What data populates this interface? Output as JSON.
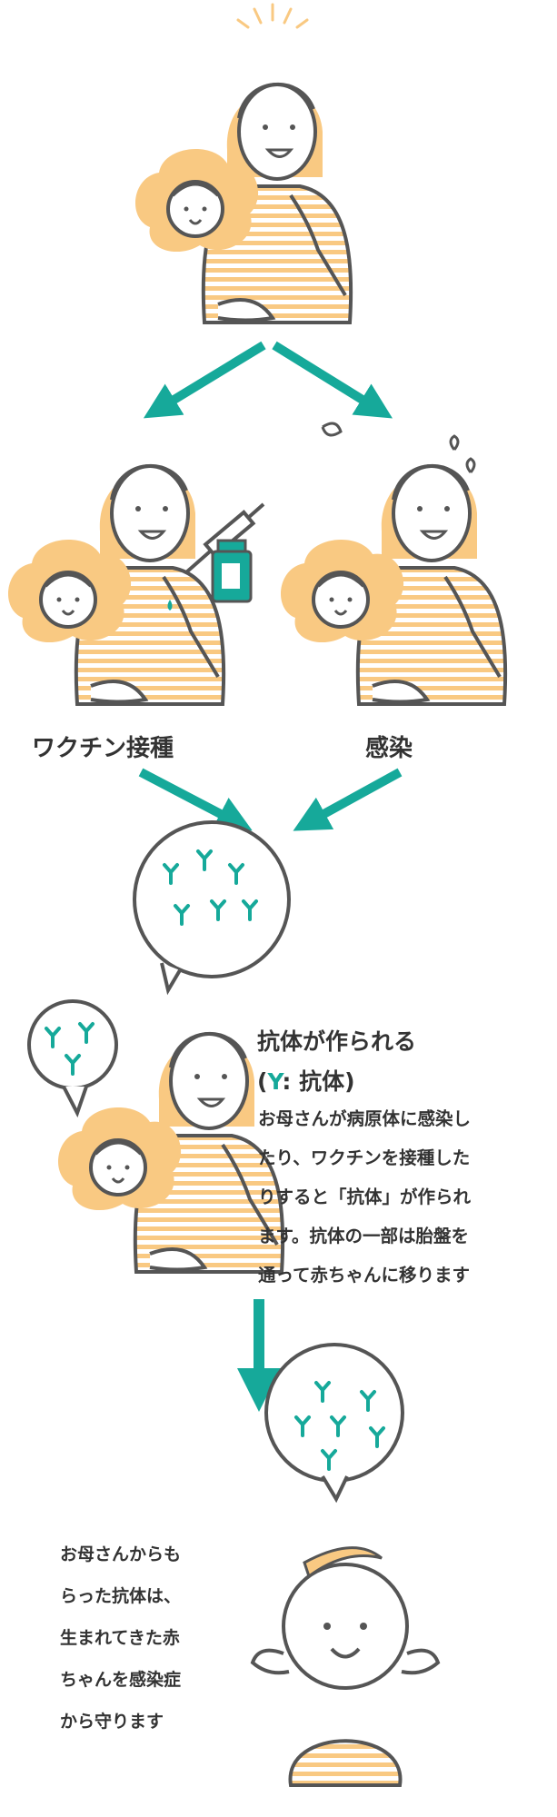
{
  "labels": {
    "vaccination": "ワクチン接種",
    "infection": "感染"
  },
  "antibody_section": {
    "title_line1": "抗体が作られる",
    "title_line2_open": "(",
    "antibody_symbol": "Y",
    "title_line2_rest": ": 抗体)",
    "body_lines": [
      "お母さんが病原体に感染し",
      "たり、ワクチンを接種した",
      "りすると「抗体」が作られ",
      "ます。抗体の一部は胎盤を",
      "通って赤ちゃんに移ります"
    ]
  },
  "baby_note_lines": [
    "お母さんからも",
    "らった抗体は、",
    "生まれてきた赤",
    "ちゃんを感染症",
    "から守ります"
  ],
  "colors": {
    "teal": "#16a99a",
    "orange": "#f9c982",
    "stroke": "#555555"
  }
}
